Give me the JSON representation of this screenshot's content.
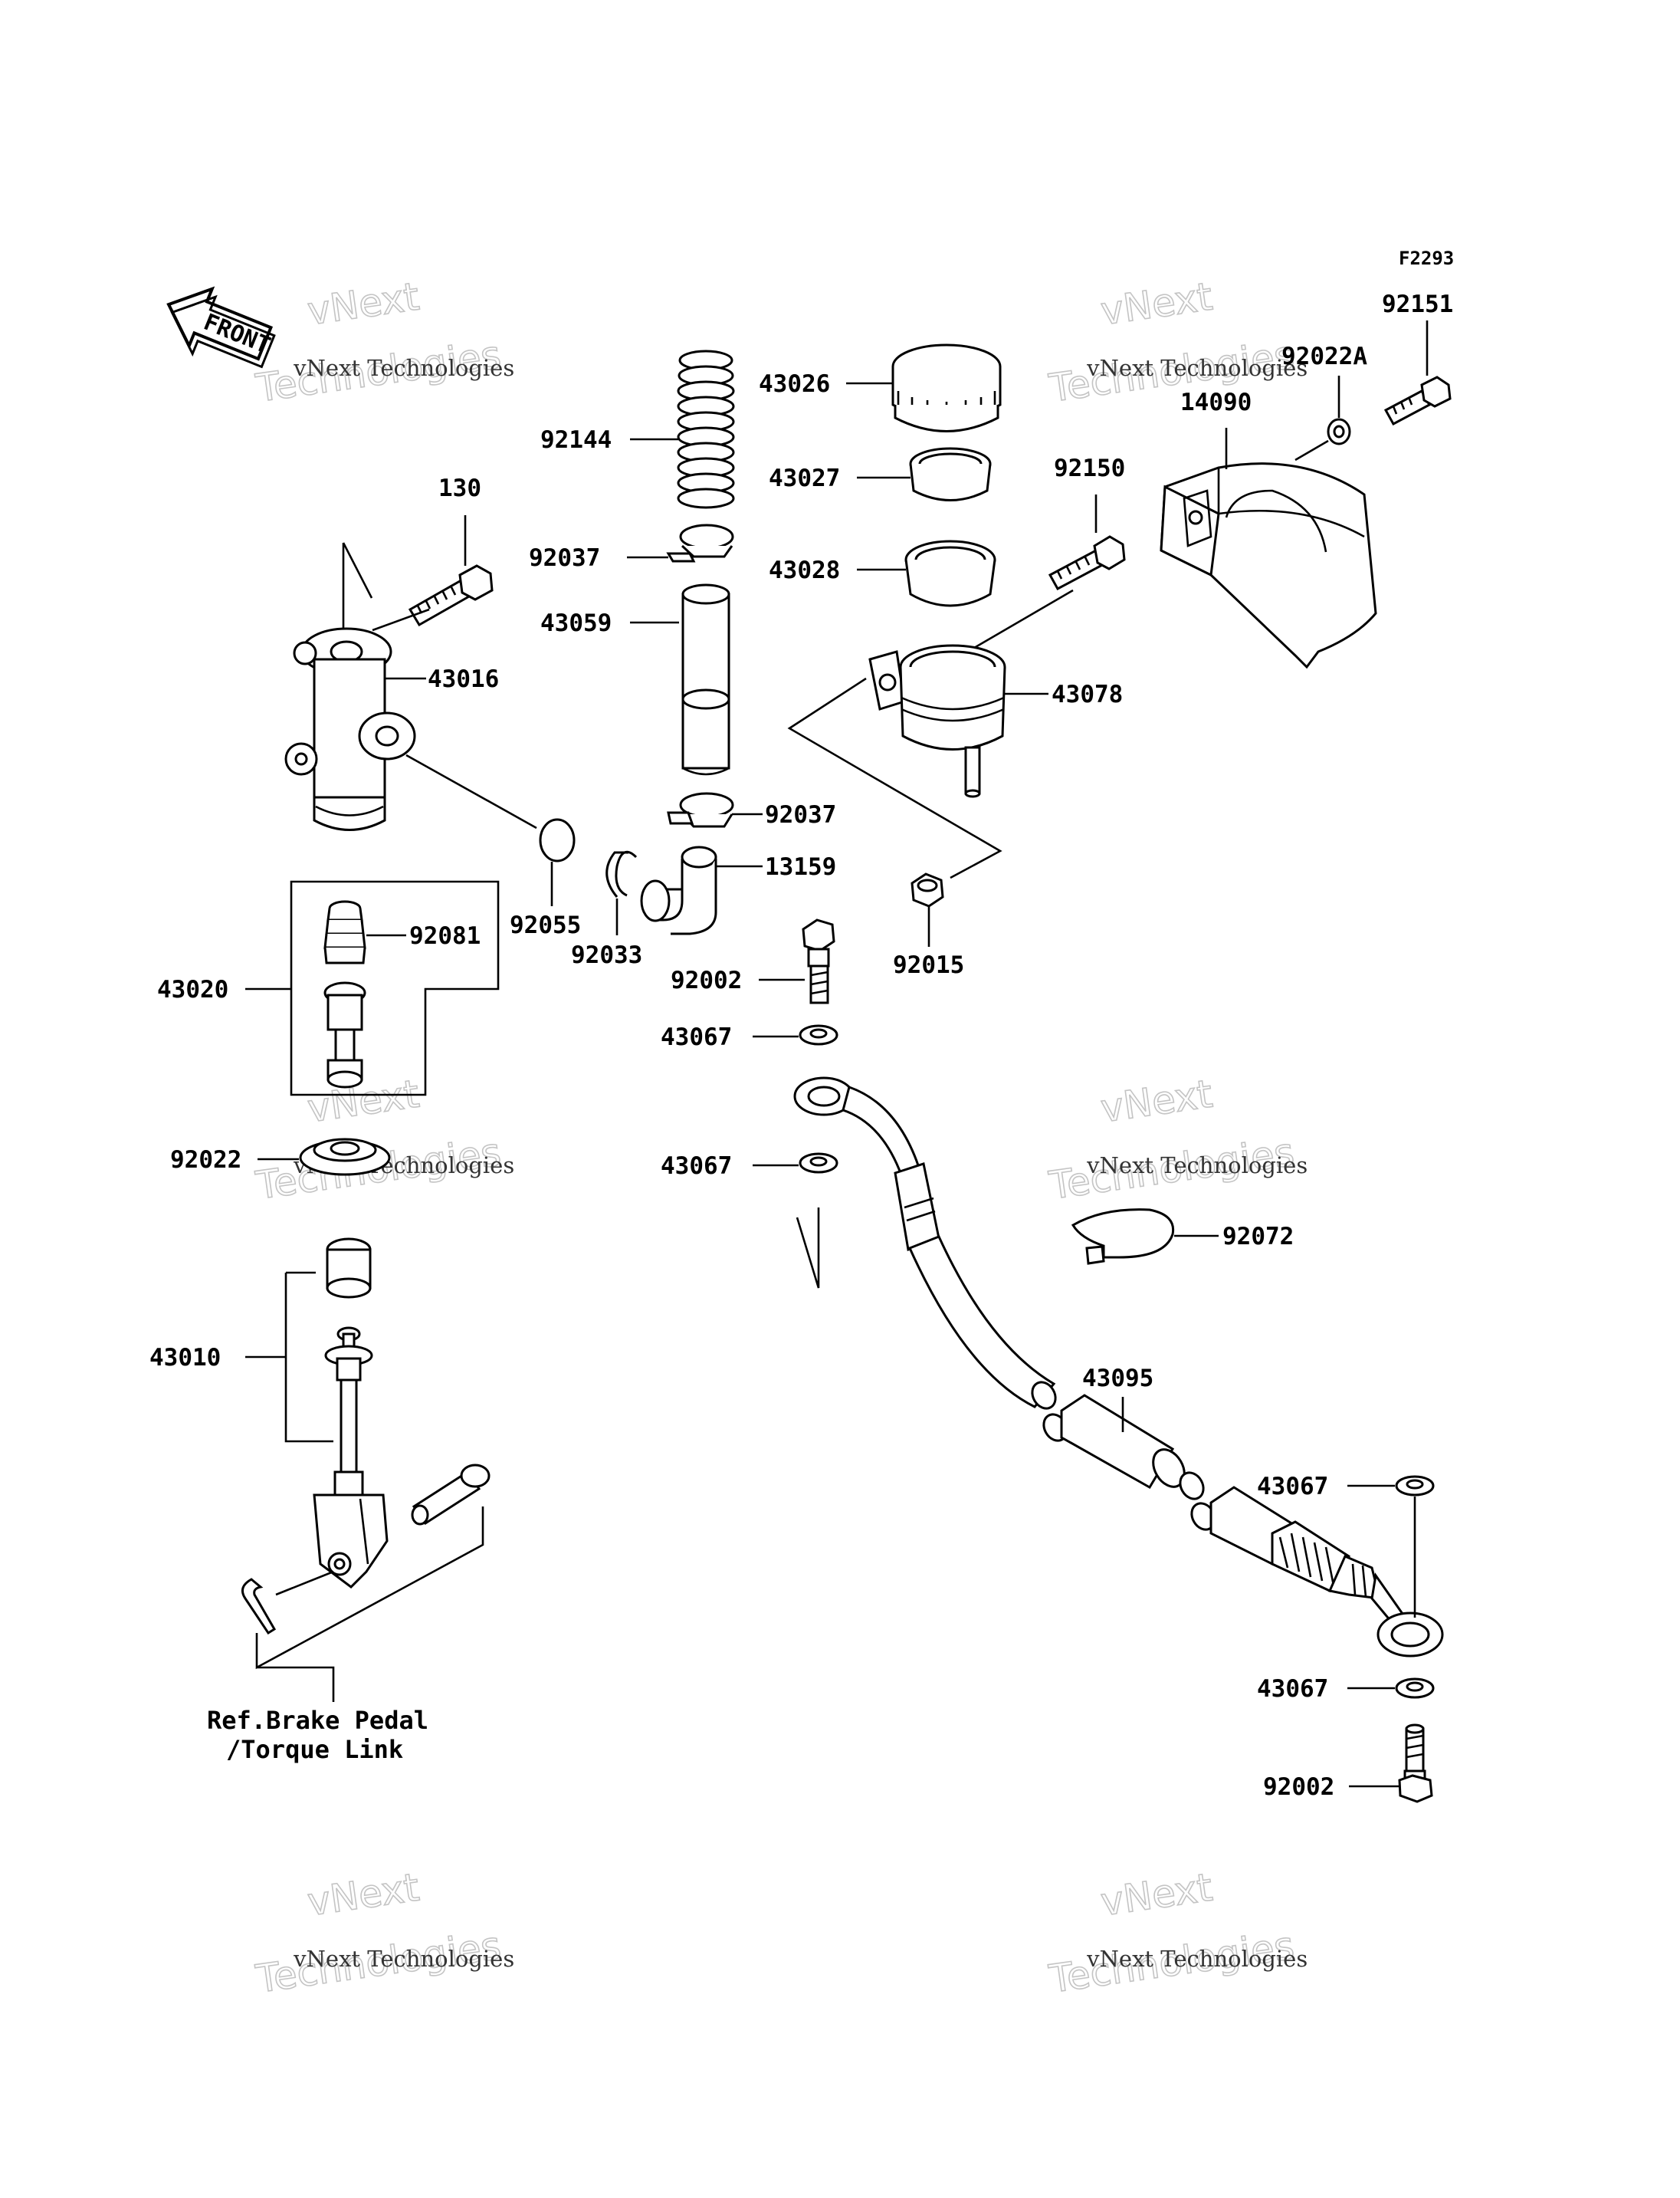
{
  "figure_code": "F2293",
  "direction_label": "FRONT",
  "reference_note": [
    "Ref.Brake Pedal",
    "/Torque Link"
  ],
  "watermark": {
    "line1": "vNext",
    "line2": "vNext Technologies",
    "line3": "Technologies"
  },
  "part_labels": {
    "p130": "130",
    "p43016": "43016",
    "p92144": "92144",
    "p92037a": "92037",
    "p43059": "43059",
    "p92037b": "92037",
    "p13159": "13159",
    "p43026": "43026",
    "p43027": "43027",
    "p43028": "43028",
    "p43078": "43078",
    "p92150": "92150",
    "p92151": "92151",
    "p92022a": "92022A",
    "p14090": "14090",
    "p92055": "92055",
    "p92033": "92033",
    "p92081": "92081",
    "p43020": "43020",
    "p92022": "92022",
    "p43010": "43010",
    "p92002a": "92002",
    "p43067a": "43067",
    "p43067b": "43067",
    "p92015": "92015",
    "p92072": "92072",
    "p43095": "43095",
    "p43067c": "43067",
    "p43067d": "43067",
    "p92002b": "92002"
  }
}
